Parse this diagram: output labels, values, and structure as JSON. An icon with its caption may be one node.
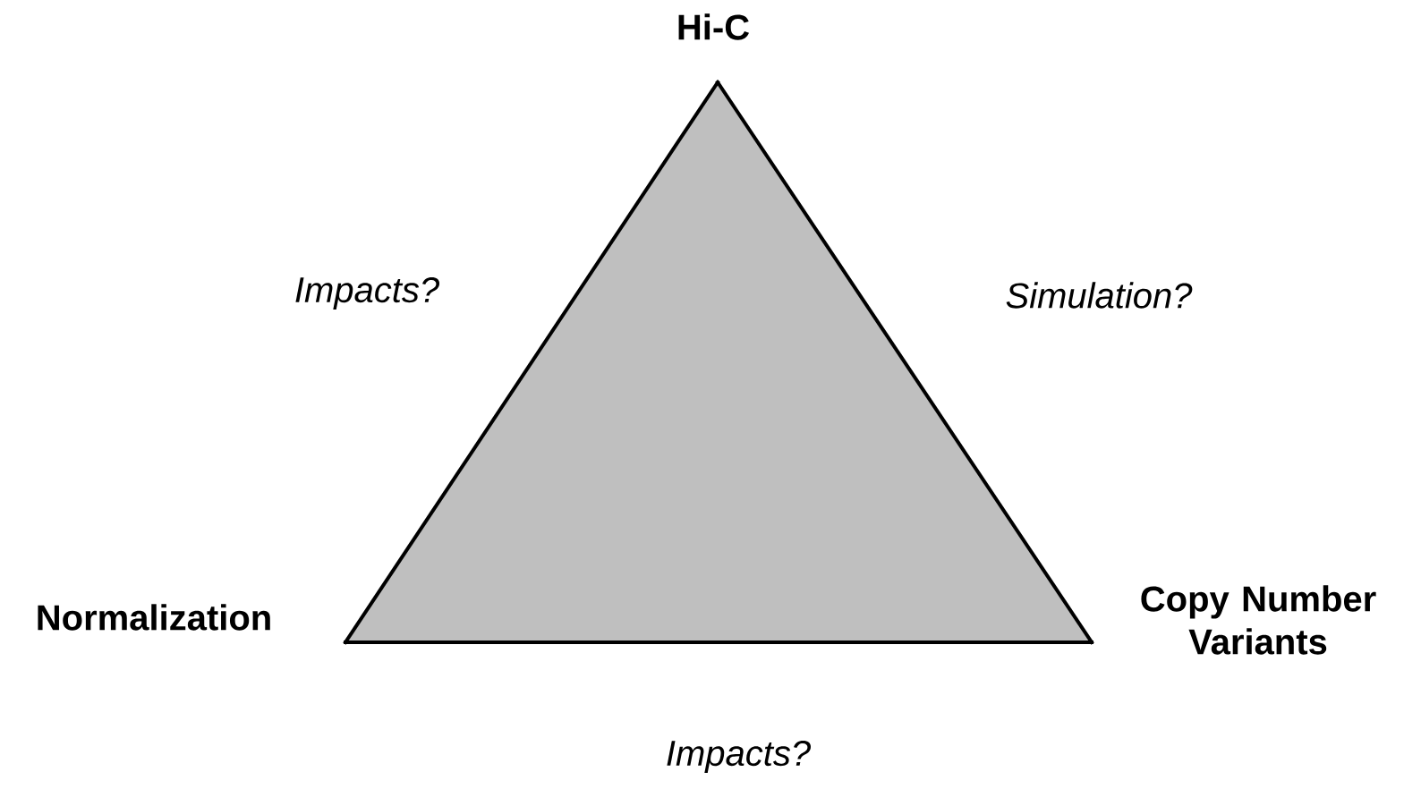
{
  "diagram": {
    "nodes": [
      {
        "text": [
          "Hi-C"
        ]
      },
      {
        "text": [
          "Normalization"
        ]
      },
      {
        "text": [
          "Copy Number Variants"
        ]
      }
    ],
    "edges": [
      {
        "from": 0,
        "to": 1,
        "arrow": "none",
        "label": "Impacts?"
      },
      {
        "from": 0,
        "to": 2,
        "arrow": "none",
        "label": "Simulation?"
      },
      {
        "from": 1,
        "to": 2,
        "arrow": "none",
        "label": "Impacts?"
      }
    ]
  }
}
